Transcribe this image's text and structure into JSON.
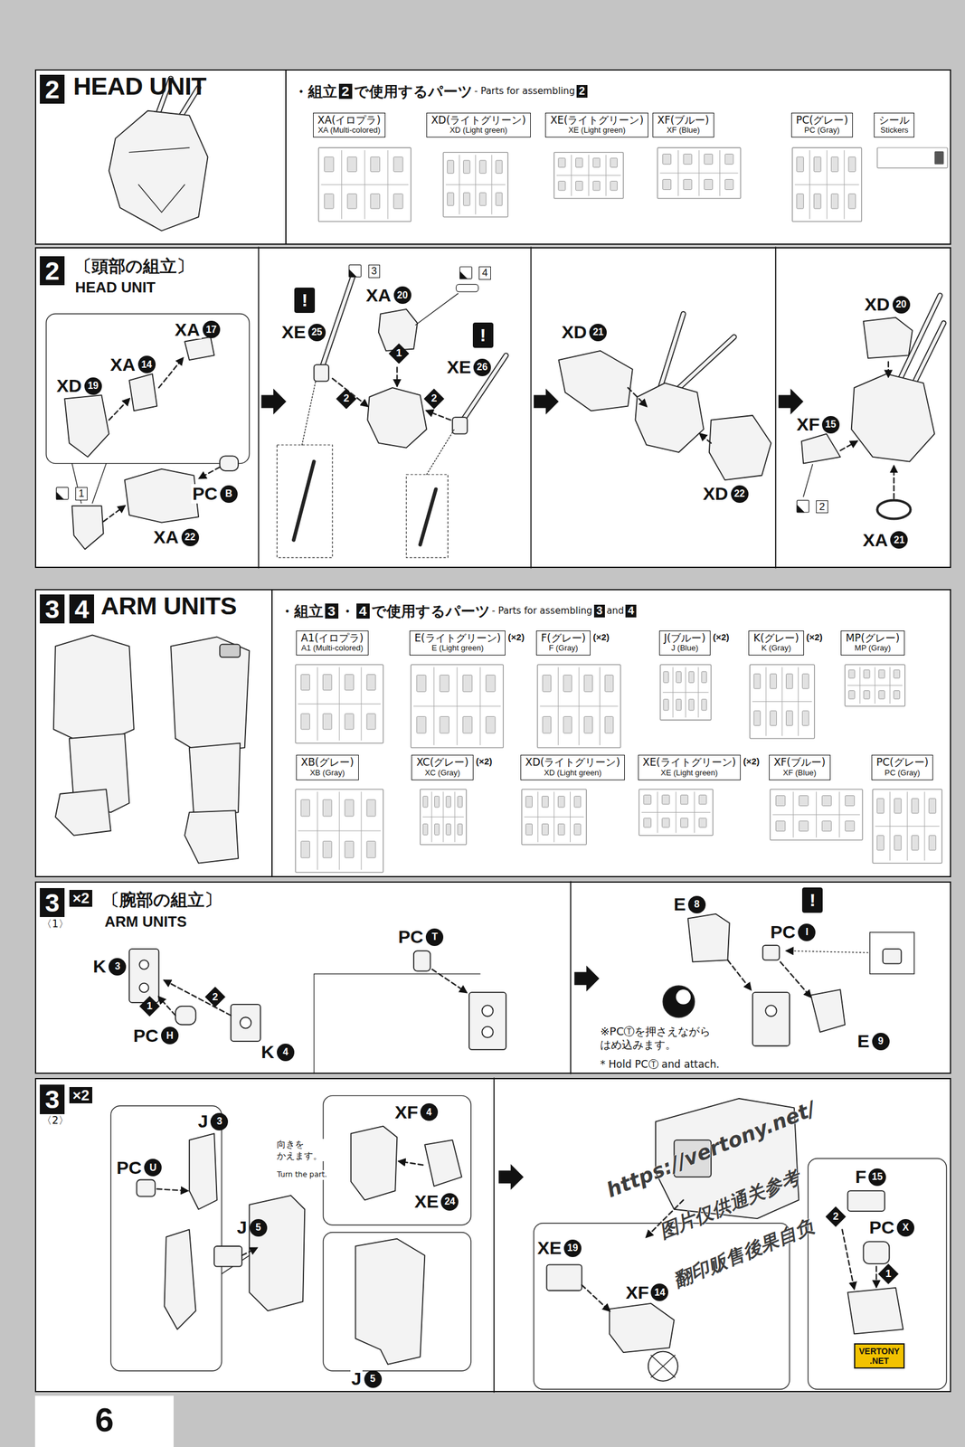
{
  "diagram": {
    "nodes": [
      {
        "text": [
          "2",
          "HEAD UNIT"
        ]
      },
      {
        "text": [
          "・組立",
          "2",
          "で使用するパーツ",
          "- Parts for assembling",
          "2"
        ]
      },
      {
        "text": [
          "XA(イロプラ)",
          "XA (Multi-colored)"
        ],
        "in": 1
      },
      {
        "text": [
          "XD(ライトグリーン)",
          "XD (Light green)"
        ],
        "in": 1
      },
      {
        "text": [
          "XE(ライトグリーン)",
          "XE (Light green)"
        ],
        "in": 1
      },
      {
        "text": [
          "XF(ブルー)",
          "XF (Blue)"
        ],
        "in": 1
      },
      {
        "text": [
          "PC(グレー)",
          "PC (Gray)"
        ],
        "in": 1
      },
      {
        "text": [
          "シール",
          "Stickers"
        ],
        "in": 1
      },
      {
        "text": [
          "2",
          "〔頭部の組立〕",
          "HEAD UNIT"
        ]
      },
      {
        "text": [
          "3",
          "4",
          "ARM UNITS"
        ]
      },
      {
        "text": [
          "・組立",
          "3",
          "・",
          "4",
          "で使用するパーツ",
          "- Parts for assembling",
          "3",
          "and",
          "4"
        ]
      },
      {
        "text": [
          "A1(イロプラ)",
          "A1 (Multi-colored)"
        ],
        "in": 10
      },
      {
        "text": [
          "E(ライトグリーン)",
          "E (Light green)",
          "(×2)"
        ],
        "in": 10
      },
      {
        "text": [
          "F(グレー)",
          "F (Gray)",
          "(×2)"
        ],
        "in": 10
      },
      {
        "text": [
          "J(ブルー)",
          "J (Blue)",
          "(×2)"
        ],
        "in": 10
      },
      {
        "text": [
          "K(グレー)",
          "K (Gray)",
          "(×2)"
        ],
        "in": 10
      },
      {
        "text": [
          "MP(グレー)",
          "MP (Gray)"
        ],
        "in": 10
      },
      {
        "text": [
          "XB(グレー)",
          "XB (Gray)"
        ],
        "in": 10
      },
      {
        "text": [
          "XC(グレー)",
          "XC (Gray)",
          "(×2)"
        ],
        "in": 10
      },
      {
        "text": [
          "XD(ライトグリーン)",
          "XD (Light green)"
        ],
        "in": 10
      },
      {
        "text": [
          "XE(ライトグリーン)",
          "XE (Light green)",
          "(×2)"
        ],
        "in": 10
      },
      {
        "text": [
          "XF(ブルー)",
          "XF (Blue)"
        ],
        "in": 10
      },
      {
        "text": [
          "PC(グレー)",
          "PC (Gray)"
        ],
        "in": 10
      },
      {
        "text": [
          "3",
          "〈1〉",
          "×2",
          "〔腕部の組立〕",
          "ARM UNITS"
        ]
      },
      {
        "text": [
          "3",
          "〈2〉",
          "×2"
        ]
      },
      {
        "text": [
          "VERTONY",
          ".NET"
        ],
        "in": 24
      }
    ],
    "labels": [
      "XA",
      "17",
      "XA",
      "14",
      "XD",
      "19",
      "1",
      "PC",
      "B",
      "XA",
      "22",
      "!",
      "XE",
      "25",
      "3",
      "XA",
      "20",
      "4",
      "!",
      "XE",
      "26",
      "1",
      "2",
      "2",
      "XD",
      "21",
      "XD",
      "22",
      "XD",
      "20",
      "XF",
      "15",
      "2",
      "XA",
      "21",
      "K",
      "3",
      "1",
      "2",
      "PC",
      "H",
      "K",
      "4",
      "PC",
      "T",
      "E",
      "8",
      "!",
      "PC",
      "I",
      "E",
      "9",
      "※PCⓉを押さえながら はめ込みます。",
      "* Hold PCⓉ and attach.",
      "J",
      "3",
      "PC",
      "U",
      "J",
      "5",
      "向きを かえます。",
      "Turn the part.",
      "XF",
      "4",
      "XE",
      "24",
      "J",
      "5",
      "XE",
      "19",
      "XF",
      "14",
      "F",
      "15",
      "2",
      "PC",
      "X",
      "1",
      "https://vertony.net/",
      "图片仅供通关参考",
      "翻印贩售後果自负",
      "6"
    ]
  }
}
